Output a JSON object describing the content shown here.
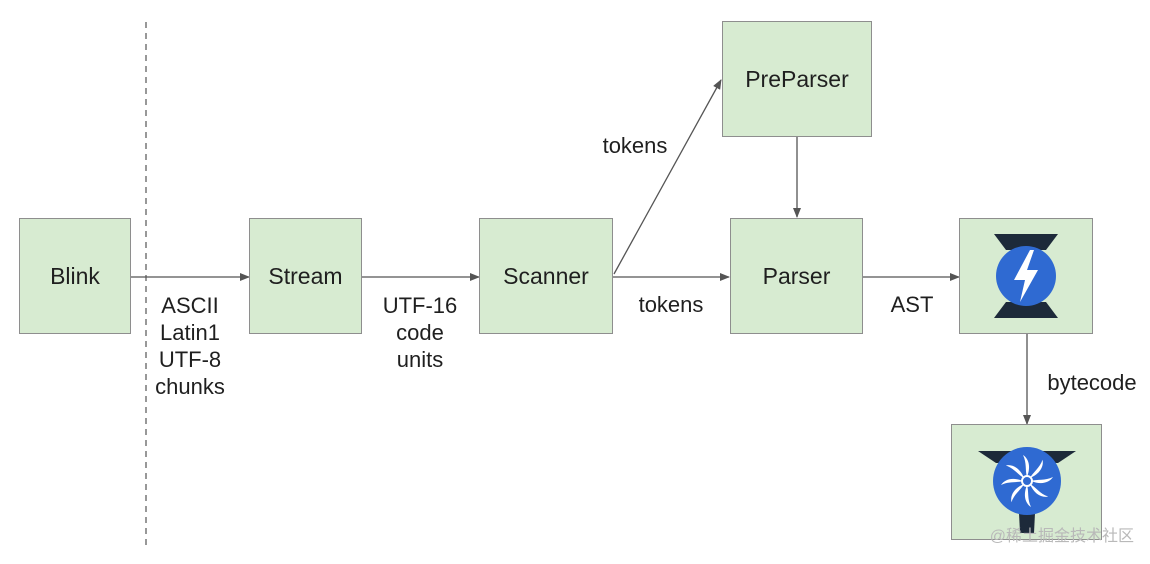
{
  "nodes": {
    "blink": "Blink",
    "stream": "Stream",
    "scanner": "Scanner",
    "preparser": "PreParser",
    "parser": "Parser"
  },
  "labels": {
    "blink_to_stream": [
      "ASCII",
      "Latin1",
      "UTF-8",
      "chunks"
    ],
    "stream_to_scanner": [
      "UTF-16",
      "code",
      "units"
    ],
    "scanner_to_preparser": "tokens",
    "scanner_to_parser": "tokens",
    "parser_to_ignition": "AST",
    "ignition_to_turbofan": "bytecode"
  },
  "icons": {
    "ignition": "ignition-logo-icon",
    "turbofan": "turbofan-logo-icon"
  },
  "colors": {
    "box_fill": "#d7ebd1",
    "box_border": "#8e8e8e",
    "arrow": "#555555",
    "ignition_blue": "#2f6ad2",
    "ignition_bolt": "#ffffff",
    "turbofan_blue": "#2f6ad2"
  },
  "watermark": "@稀土掘金技术社区"
}
